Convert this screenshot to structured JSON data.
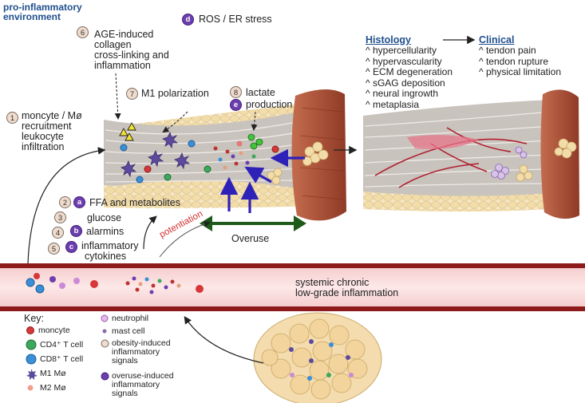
{
  "header": {
    "line1": "pro-inflammatory",
    "line2": "environment"
  },
  "signals": {
    "s1": {
      "num": "1",
      "lines": [
        "moncyte / Mø",
        "recruitment",
        "leukocyte",
        "infiltration"
      ]
    },
    "s6": {
      "num": "6",
      "lines": [
        "AGE-induced",
        "collagen",
        "cross-linking and",
        "inflammation"
      ]
    },
    "sd": {
      "letter": "d",
      "text": "ROS / ER stress"
    },
    "s7": {
      "num": "7",
      "text": "M1 polarization"
    },
    "s8": {
      "num": "8",
      "text": "lactate"
    },
    "se": {
      "letter": "e",
      "text": "production"
    },
    "s2": {
      "num": "2",
      "letter": "a",
      "text": "FFA and metabolites"
    },
    "s3": {
      "num": "3",
      "text": "glucose"
    },
    "s4": {
      "num": "4",
      "letter": "b",
      "text": "alarmins"
    },
    "s5": {
      "num": "5",
      "letter": "c",
      "lines": [
        "inflammatory",
        "cytokines"
      ]
    }
  },
  "labels": {
    "potentiation": "potentiation",
    "overuse": "Overuse",
    "systemic": [
      "systemic chronic",
      "low-grade inflammation"
    ]
  },
  "histology": {
    "title": "Histology",
    "items": [
      "^ hypercellularity",
      "^ hypervascularity",
      "^ ECM degeneration",
      "^ sGAG deposition",
      "^ neural ingrowth",
      "^ metaplasia"
    ]
  },
  "clinical": {
    "title": "Clinical",
    "items": [
      "^ tendon pain",
      "^ tendon rupture",
      "^ physical limitation"
    ]
  },
  "key": {
    "title": "Key:",
    "left": [
      {
        "label": "moncyte",
        "icon": "monocyte-icon"
      },
      {
        "label": "CD4⁺ T cell",
        "icon": "cd4-t-cell-icon"
      },
      {
        "label": "CD8⁺ T cell",
        "icon": "cd8-t-cell-icon"
      },
      {
        "label": "M1 Mø",
        "icon": "m1-macrophage-icon"
      },
      {
        "label": "M2 Mø",
        "icon": "m2-macrophage-icon"
      }
    ],
    "right": [
      {
        "lines": [
          "neutrophil"
        ],
        "icon": "neutrophil-icon"
      },
      {
        "lines": [
          "mast cell"
        ],
        "icon": "mast-cell-icon"
      },
      {
        "lines": [
          "obesity-induced",
          "inflammatory",
          "signals"
        ],
        "icon": "obesity-signal-icon"
      },
      {
        "lines": [
          "overuse-induced",
          "inflammatory",
          "signals"
        ],
        "icon": "overuse-signal-icon"
      }
    ]
  },
  "colors": {
    "title_blue": "#1f4f8e",
    "badge_purple": "#6d3fae",
    "badge_tan": "#f0dccd",
    "vessel_red": "#8e1b1b",
    "overuse_green": "#1e5b1b",
    "arrow_blue": "#2e21b8",
    "potentiation_red": "#d33030"
  }
}
